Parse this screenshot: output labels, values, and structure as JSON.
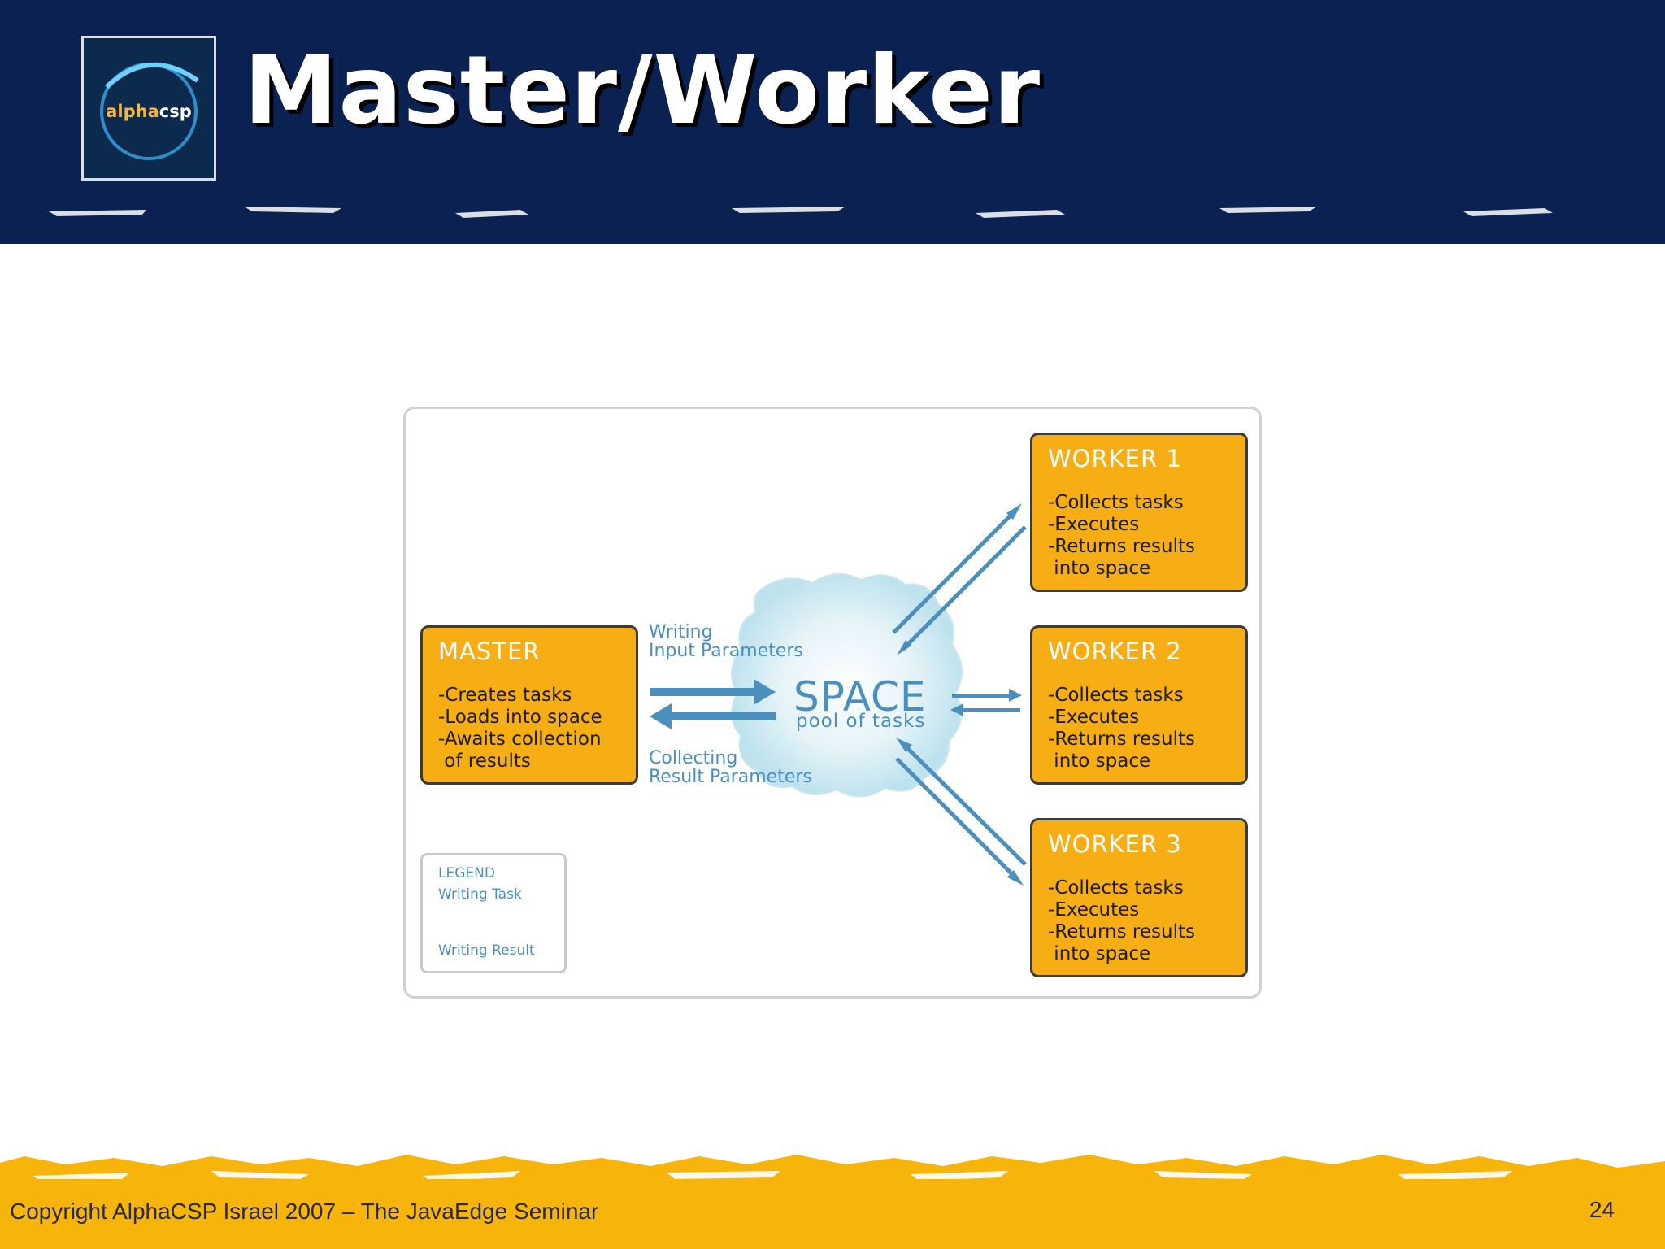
{
  "slide": {
    "title": "Master/Worker",
    "logo_text_a": "alpha",
    "logo_text_b": "csp",
    "copyright": "Copyright AlphaCSP Israel 2007 – The JavaEdge Seminar",
    "page_number": "24"
  },
  "diagram": {
    "master": {
      "title": "MASTER",
      "lines": "-Creates tasks\n-Loads into space\n-Awaits collection\n of results"
    },
    "workers": [
      {
        "title": "WORKER 1",
        "lines": "-Collects tasks\n-Executes\n-Returns results\n into space"
      },
      {
        "title": "WORKER 2",
        "lines": "-Collects tasks\n-Executes\n-Returns results\n into space"
      },
      {
        "title": "WORKER 3",
        "lines": "-Collects tasks\n-Executes\n-Returns results\n into space"
      }
    ],
    "space_title": "SPACE",
    "space_subtitle": "pool of tasks",
    "writing_label": "Writing\nInput Parameters",
    "collecting_label": "Collecting\nResult Parameters",
    "legend": {
      "title": "LEGEND",
      "task_label": "Writing Task",
      "result_label": "Writing Result"
    }
  },
  "colors": {
    "header_navy": "#0b2151",
    "footer_gold": "#f7b50c",
    "box_orange": "#f7ad14",
    "arrow_blue": "#4a8fbd"
  }
}
